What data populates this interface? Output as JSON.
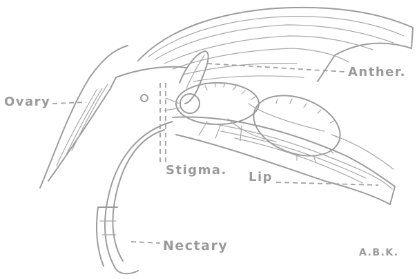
{
  "labels": {
    "ovary": "Ovary",
    "anther": "Anther.",
    "stigma": "Stigma.",
    "lip": "Lip",
    "nectary": "Nectary",
    "signature": "A.B.K."
  },
  "colors": {
    "ink": "#9c9c9c",
    "background": "#ffffff"
  }
}
